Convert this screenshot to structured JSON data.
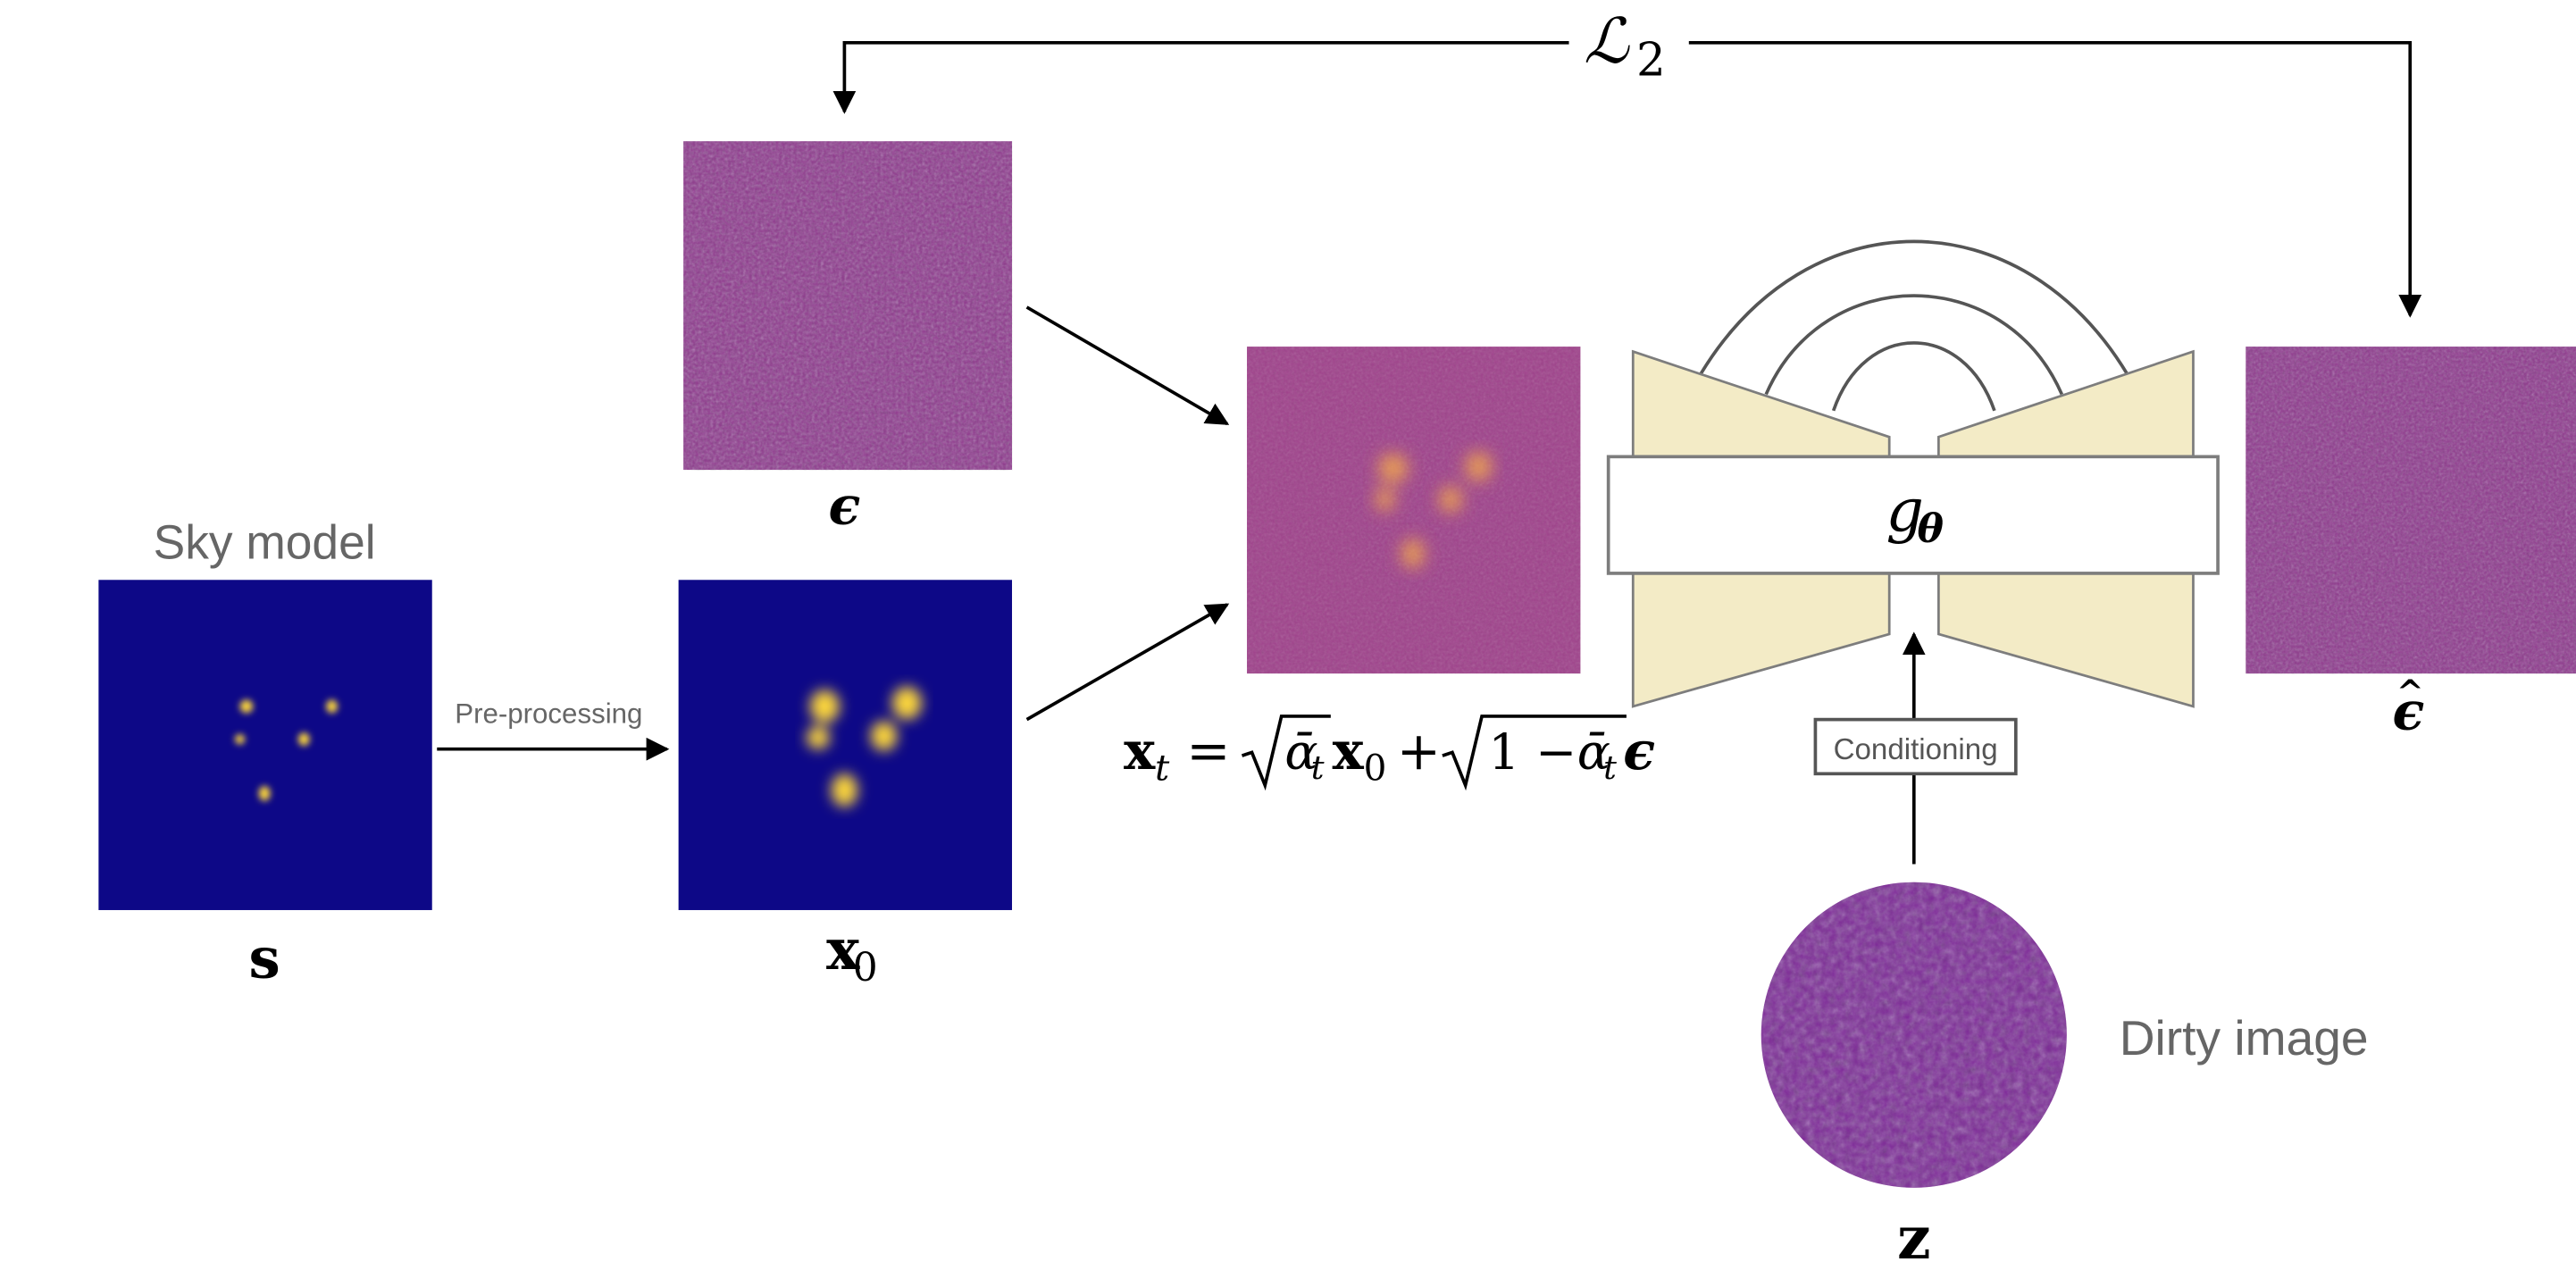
{
  "labels": {
    "sky_model": "Sky model",
    "preprocessing": "Pre-processing",
    "conditioning": "Conditioning",
    "dirty_image": "Dirty image"
  },
  "math": {
    "loss_symbol": "ℒ",
    "loss_sub": "2",
    "eps": "ϵ",
    "eps_hat_base": "ϵ",
    "eps_hat_accent": "^",
    "s": "s",
    "x0_base": "x",
    "x0_sub": "0",
    "z": "z",
    "g_base": "g",
    "g_sub": "θ"
  },
  "equation": {
    "lhs": "x",
    "lhs_sub": "t",
    "equals": " = ",
    "alpha": "ᾱ",
    "t": "t",
    "x": "x",
    "zero": "0",
    "plus": " + ",
    "one_minus": "1 − ",
    "eps": "ϵ"
  },
  "colors": {
    "sky_background": "#0d0887",
    "noise_background": "#9c3f8c",
    "unet_fill": "#f3ebc6",
    "unet_stroke": "#7d7d7d",
    "line": "#000000",
    "label_gray": "#666666"
  }
}
